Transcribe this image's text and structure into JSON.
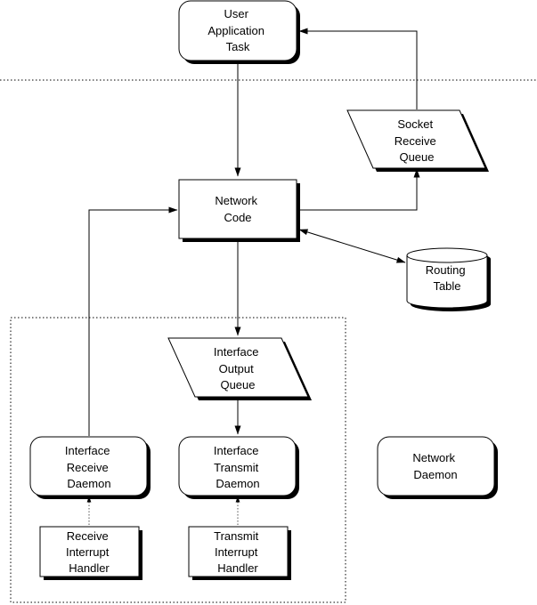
{
  "nodes": {
    "user_task": [
      "User",
      "Application",
      "Task"
    ],
    "socket_queue": [
      "Socket",
      "Receive",
      "Queue"
    ],
    "network_code": [
      "Network",
      "Code"
    ],
    "routing_table": [
      "Routing",
      "Table"
    ],
    "output_queue": [
      "Interface",
      "Output",
      "Queue"
    ],
    "receive_daemon": [
      "Interface",
      "Receive",
      "Daemon"
    ],
    "transmit_daemon": [
      "Interface",
      "Transmit",
      "Daemon"
    ],
    "network_daemon": [
      "Network",
      "Daemon"
    ],
    "receive_handler": [
      "Receive",
      "Interrupt",
      "Handler"
    ],
    "transmit_handler": [
      "Transmit",
      "Interrupt",
      "Handler"
    ]
  },
  "colors": {
    "stroke": "#000000",
    "fill": "#ffffff",
    "shadow": "#000000"
  }
}
